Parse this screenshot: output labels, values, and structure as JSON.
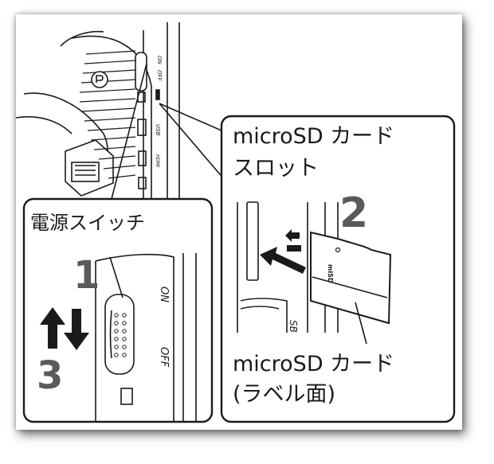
{
  "labels": {
    "power_switch": "電源スイッチ",
    "slot_line1": "microSD カード",
    "slot_line2": "スロット",
    "card_line1": "microSD カード",
    "card_line2": "(ラベル面)"
  },
  "steps": {
    "step1": "1",
    "step2": "2",
    "step3": "3"
  },
  "switch_marks": {
    "on": "ON",
    "off": "OFF"
  },
  "device_marks": {
    "on": "ON",
    "off": "OFF",
    "usb": "USB",
    "hdmi": "HDMI",
    "usb_partial": "SB"
  },
  "card_print": "miSD",
  "colors": {
    "line": "#1a1a1a",
    "step_number": "#5a5a5a",
    "background": "#ffffff"
  }
}
